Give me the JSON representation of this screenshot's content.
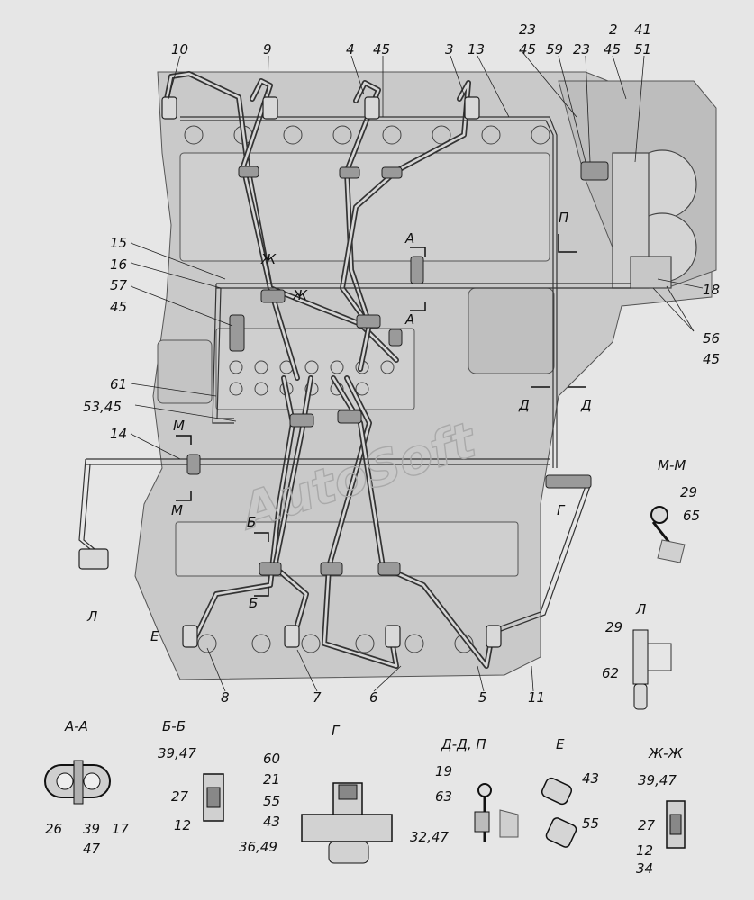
{
  "watermark": "AutoSoft",
  "callouts": {
    "c10": "10",
    "c9": "9",
    "c4": "4",
    "c45a": "45",
    "c3": "3",
    "c13": "13",
    "c23a": "23",
    "c45b": "45",
    "c59": "59",
    "c23b": "23",
    "c2": "2",
    "c45c": "45",
    "c41": "41",
    "c51": "51",
    "c15": "15",
    "c16": "16",
    "c57": "57",
    "c45d": "45",
    "c61": "61",
    "c5345": "53,45",
    "c14": "14",
    "c18": "18",
    "c56": "56",
    "c45e": "45",
    "c8": "8",
    "c7": "7",
    "c6": "6",
    "c5": "5",
    "c11": "11",
    "c29a": "29",
    "c65": "65",
    "c29b": "29",
    "c62": "62"
  },
  "section_marks": {
    "a1": "А",
    "a2": "А",
    "p": "П",
    "zh1": "Ж",
    "zh2": "Ж",
    "m1": "М",
    "m2": "М",
    "d1": "Д",
    "d2": "Д",
    "g": "Г",
    "b1": "Б",
    "b2": "Б",
    "e": "Е",
    "l": "Л"
  },
  "details": {
    "mm": {
      "title": "М-М",
      "labels": [
        "29",
        "65"
      ]
    },
    "l": {
      "title": "Л",
      "labels": [
        "29",
        "62"
      ]
    },
    "aa": {
      "title": "А-А",
      "labels": [
        "26",
        "39",
        "47",
        "17"
      ]
    },
    "bb": {
      "title": "Б-Б",
      "labels": [
        "39,47",
        "27",
        "12"
      ]
    },
    "g": {
      "title": "Г",
      "labels": [
        "60",
        "21",
        "55",
        "43",
        "36,49"
      ]
    },
    "dd": {
      "title": "Д-Д, П",
      "labels": [
        "19",
        "63",
        "32,47"
      ]
    },
    "e": {
      "title": "Е",
      "labels": [
        "43",
        "55"
      ]
    },
    "zz": {
      "title": "Ж-Ж",
      "labels": [
        "39,47",
        "27",
        "12",
        "34"
      ]
    }
  }
}
